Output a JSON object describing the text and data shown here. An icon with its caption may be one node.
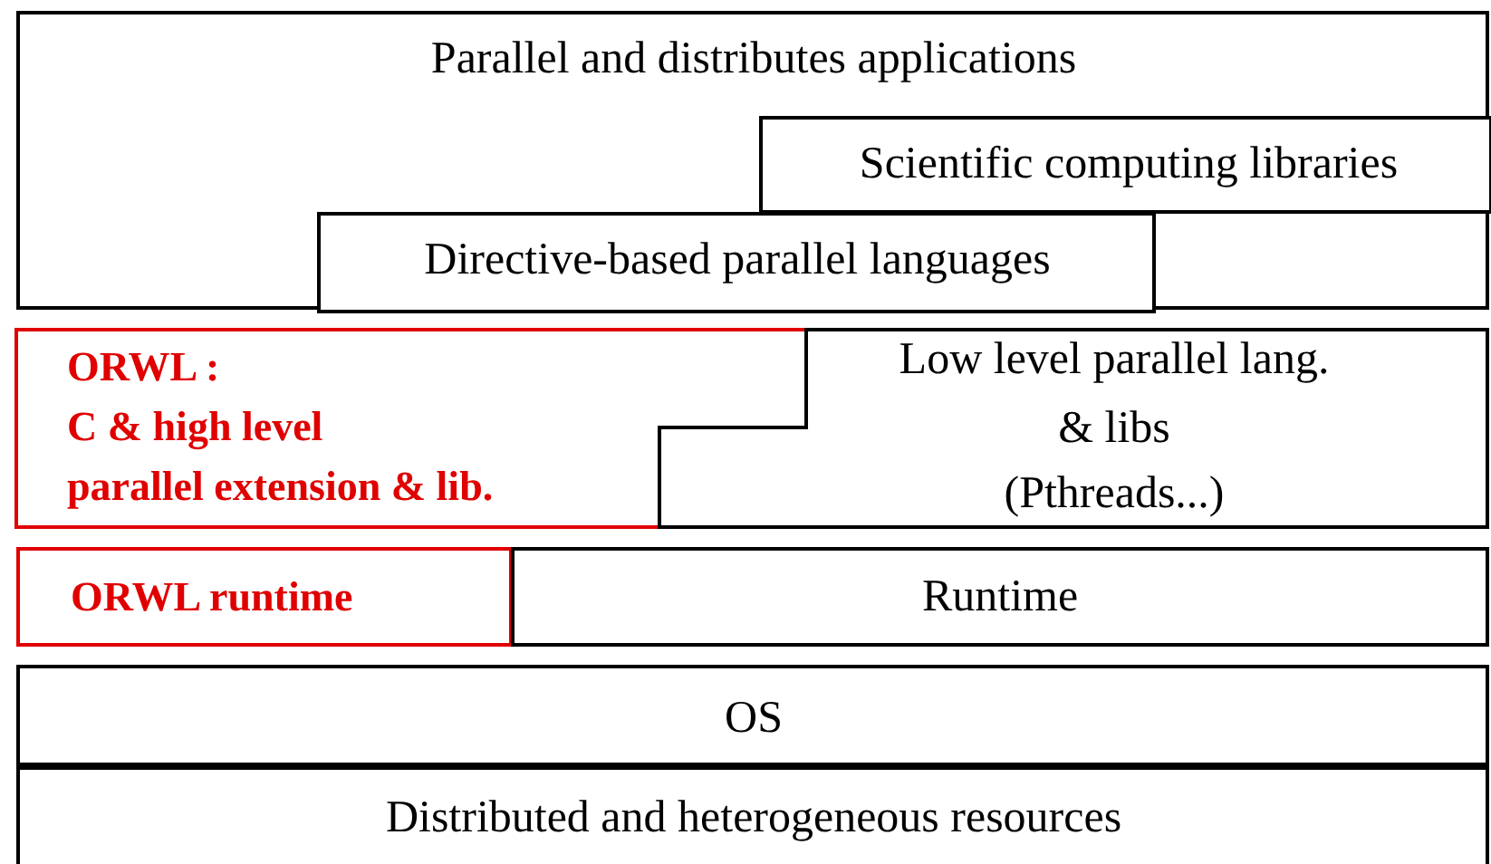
{
  "diagram": {
    "nodes": [
      {
        "text": [
          "Parallel and distributes applications"
        ]
      },
      {
        "text": [
          "Scientific computing libraries"
        ],
        "in": 0
      },
      {
        "text": [
          "Directive-based parallel languages"
        ],
        "in": 0
      },
      {
        "text": [
          "ORWL :",
          "C & high level",
          "parallel extension & lib."
        ]
      },
      {
        "text": [
          "Low level parallel lang.",
          "& libs",
          "(Pthreads...)"
        ]
      },
      {
        "text": [
          "ORWL runtime"
        ]
      },
      {
        "text": [
          "Runtime"
        ]
      },
      {
        "text": [
          "OS"
        ]
      },
      {
        "text": [
          "Distributed and heterogeneous resources"
        ]
      }
    ]
  }
}
